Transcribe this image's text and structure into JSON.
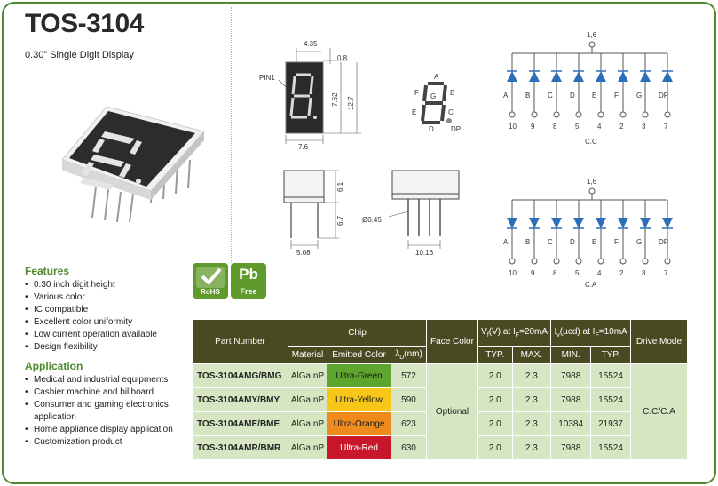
{
  "header": {
    "title": "TOS-3104",
    "subtitle": "0.30” Single Digit Display"
  },
  "features": {
    "heading": "Features",
    "items": [
      "0.30 inch digit height",
      "Various color",
      "IC compatible",
      "Excellent color uniformity",
      "Low current operation available",
      "Design flexibility"
    ]
  },
  "application": {
    "heading": "Application",
    "items": [
      "Medical and industrial equipments",
      "Cashier machine and billboard",
      "Consumer and gaming electronics application",
      "Home appliance display application",
      "Customization product"
    ]
  },
  "badges": {
    "rohs": "RoHS",
    "pb": "Pb",
    "free": "Free"
  },
  "dimensions": {
    "front": {
      "w1": "4.35",
      "w2": "0.8",
      "h1": "7.62",
      "h2": "12.7",
      "w3": "7.6",
      "pin": "PIN1"
    },
    "side": {
      "h1": "6.1",
      "h2": "6.7",
      "w": "5.08"
    },
    "bottom": {
      "dia": "Ø0.45",
      "w": "10.16"
    }
  },
  "segments": {
    "labels": [
      "A",
      "B",
      "C",
      "D",
      "E",
      "F",
      "G",
      "DP"
    ]
  },
  "circuit_cc": {
    "common": "1,6",
    "caption": "C.C",
    "letters": [
      "A",
      "B",
      "C",
      "D",
      "E",
      "F",
      "G",
      "DP"
    ],
    "pins": [
      "10",
      "9",
      "8",
      "5",
      "4",
      "2",
      "3",
      "7"
    ]
  },
  "circuit_ca": {
    "common": "1,6",
    "caption": "C.A",
    "letters": [
      "A",
      "B",
      "C",
      "D",
      "E",
      "F",
      "G",
      "DP"
    ],
    "pins": [
      "10",
      "9",
      "8",
      "5",
      "4",
      "2",
      "3",
      "7"
    ]
  },
  "table": {
    "h_part": "Part Number",
    "h_chip": "Chip",
    "h_face": "Face Color",
    "h_vf_pre": "V",
    "h_vf_sub": "f",
    "h_vf_mid": "(V) at I",
    "h_vf_sub2": "F",
    "h_vf_post": "=20mA",
    "h_iv_pre": "I",
    "h_iv_sub": "v",
    "h_iv_mid": "(µcd) at I",
    "h_iv_sub2": "F",
    "h_iv_post": "=10mA",
    "h_drive": "Drive Mode",
    "h_material": "Material",
    "h_emitted": "Emitted Color",
    "h_lambda_pre": "λ",
    "h_lambda_sub": "D",
    "h_lambda_post": "(nm)",
    "h_typ": "TYP.",
    "h_max": "MAX.",
    "h_min": "MIN.",
    "h_typ2": "TYP.",
    "face_color": "Optional",
    "drive_mode": "C.C/C.A",
    "rows": [
      {
        "part": "TOS-3104AMG/BMG",
        "material": "AlGaInP",
        "emitted": "Ultra-Green",
        "color": "#5ea52f",
        "text": "#1a1a1a",
        "lambda": "572",
        "vf_typ": "2.0",
        "vf_max": "2.3",
        "iv_min": "7988",
        "iv_typ": "15524"
      },
      {
        "part": "TOS-3104AMY/BMY",
        "material": "AlGaInP",
        "emitted": "Ultra-Yellow",
        "color": "#f6c719",
        "text": "#1a1a1a",
        "lambda": "590",
        "vf_typ": "2.0",
        "vf_max": "2.3",
        "iv_min": "7988",
        "iv_typ": "15524"
      },
      {
        "part": "TOS-3104AME/BME",
        "material": "AlGaInP",
        "emitted": "Ultra-Orange",
        "color": "#ef8a1d",
        "text": "#1a1a1a",
        "lambda": "623",
        "vf_typ": "2.0",
        "vf_max": "2.3",
        "iv_min": "10384",
        "iv_typ": "21937"
      },
      {
        "part": "TOS-3104AMR/BMR",
        "material": "AlGaInP",
        "emitted": "Ultra-Red",
        "color": "#c8162b",
        "text": "#ffffff",
        "lambda": "630",
        "vf_typ": "2.0",
        "vf_max": "2.3",
        "iv_min": "7988",
        "iv_typ": "15524"
      }
    ]
  },
  "colors": {
    "accent": "#4f8a2e",
    "table_header": "#4a4a22",
    "table_cell": "#d6e6c2",
    "diode": "#2a6fb8"
  }
}
